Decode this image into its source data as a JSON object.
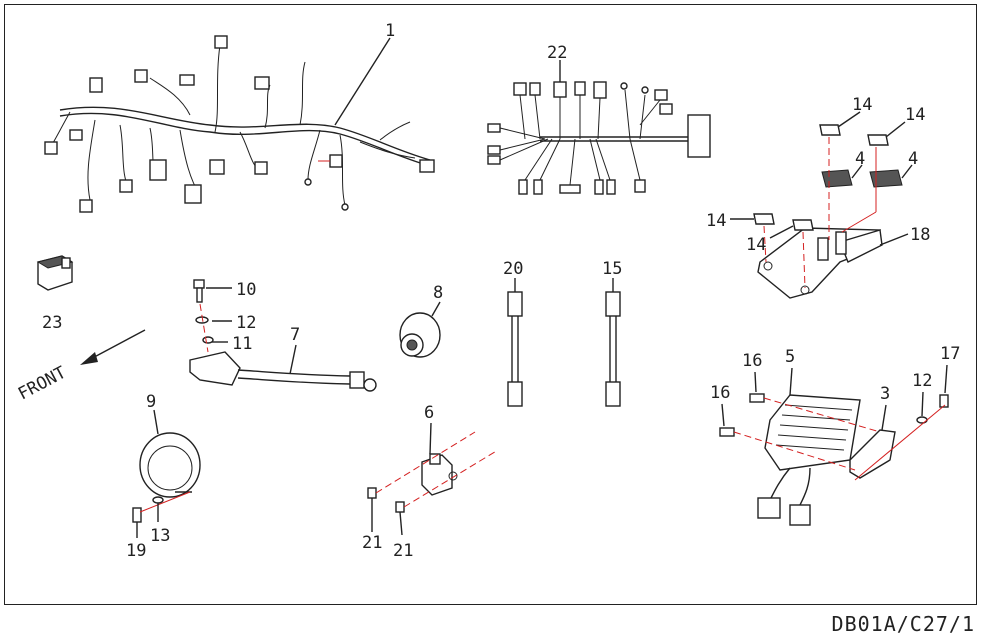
{
  "diagram": {
    "front_label": "FRONT",
    "drawing_code": "DB01A/C27/1",
    "callouts": [
      "1",
      "22",
      "14",
      "14",
      "4",
      "4",
      "14",
      "14",
      "18",
      "23",
      "10",
      "12",
      "11",
      "7",
      "8",
      "20",
      "15",
      "5",
      "16",
      "17",
      "12",
      "3",
      "16",
      "9",
      "6",
      "13",
      "19",
      "21",
      "21"
    ]
  }
}
